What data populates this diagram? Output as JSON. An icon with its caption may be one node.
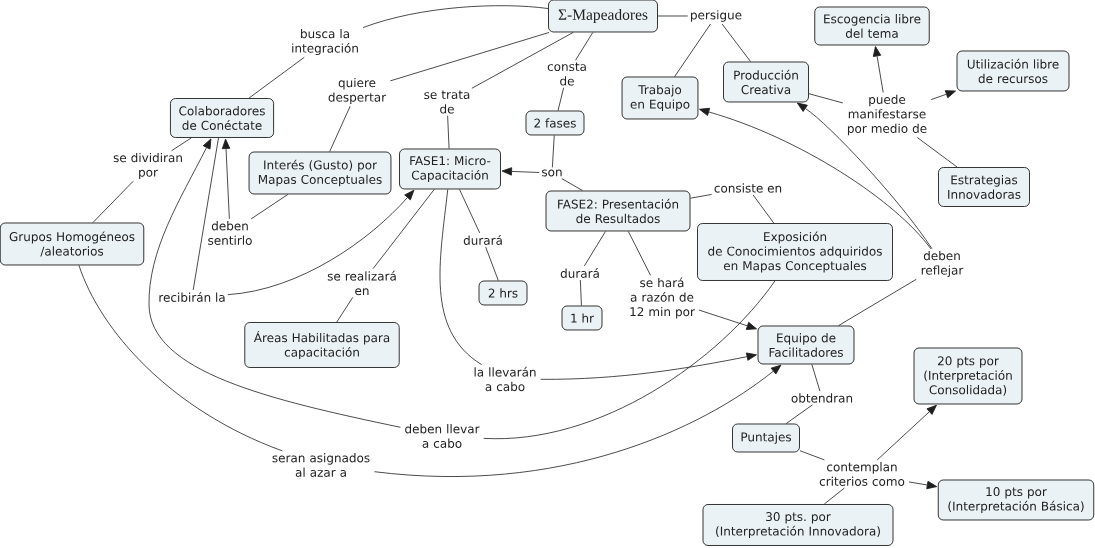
{
  "diagram": {
    "nodes": [
      {
        "text": [
          "Σ-Mapeadores"
        ]
      },
      {
        "text": [
          "persigue"
        ]
      },
      {
        "text": [
          "Escogencia libre del tema"
        ]
      },
      {
        "text": [
          "busca la integración"
        ]
      },
      {
        "text": [
          "Utilización libre de recursos"
        ]
      },
      {
        "text": [
          "Producción Creativa"
        ]
      },
      {
        "text": [
          "quiere despertar"
        ]
      },
      {
        "text": [
          "consta de"
        ]
      },
      {
        "text": [
          "Trabajo en Equipo"
        ]
      },
      {
        "text": [
          "se trata de"
        ]
      },
      {
        "text": [
          "puede manifestarse por medio de"
        ]
      },
      {
        "text": [
          "Colaboradores de Conéctate"
        ]
      },
      {
        "text": [
          "2 fases"
        ]
      },
      {
        "text": [
          "se dividiran por"
        ]
      },
      {
        "text": [
          "FASE1: Micro-Capacitación"
        ]
      },
      {
        "text": [
          "Interés (Gusto) por Mapas Conceptuales"
        ]
      },
      {
        "text": [
          "son"
        ]
      },
      {
        "text": [
          "Estrategias Innovadoras"
        ]
      },
      {
        "text": [
          "consiste en"
        ]
      },
      {
        "text": [
          "FASE2: Presentación de Resultados"
        ]
      },
      {
        "text": [
          "deben sentirlo"
        ]
      },
      {
        "text": [
          "durará"
        ]
      },
      {
        "text": [
          "Grupos Homogéneos /aleatorios"
        ]
      },
      {
        "text": [
          "Exposición de Conocimientos adquiridos en Mapas Conceptuales"
        ]
      },
      {
        "text": [
          "deben reflejar"
        ]
      },
      {
        "text": [
          "se realizará en"
        ]
      },
      {
        "text": [
          "durará"
        ]
      },
      {
        "text": [
          "2 hrs"
        ]
      },
      {
        "text": [
          "recibirán la"
        ]
      },
      {
        "text": [
          "se hará a razón de 12 min por"
        ]
      },
      {
        "text": [
          "1 hr"
        ]
      },
      {
        "text": [
          "Áreas Habilitadas para capacitación"
        ]
      },
      {
        "text": [
          "Equipo de Facilitadores"
        ]
      },
      {
        "text": [
          "20 pts por (Interpretación Consolidada)"
        ]
      },
      {
        "text": [
          "la llevarán a cabo"
        ]
      },
      {
        "text": [
          "obtendran"
        ]
      },
      {
        "text": [
          "deben llevar a cabo"
        ]
      },
      {
        "text": [
          "Puntajes"
        ]
      },
      {
        "text": [
          "seran asignados al azar a"
        ]
      },
      {
        "text": [
          "contemplan criterios como"
        ]
      },
      {
        "text": [
          "10 pts por (Interpretación Básica)"
        ]
      },
      {
        "text": [
          "30 pts. por (Interpretación Innovadora)"
        ]
      }
    ],
    "edges": [
      {
        "from": 0,
        "to": 1,
        "arrow": "none"
      },
      {
        "from": 1,
        "to": 8,
        "arrow": "none"
      },
      {
        "from": 1,
        "to": 5,
        "arrow": "none"
      },
      {
        "from": 0,
        "to": 3,
        "arrow": "none"
      },
      {
        "from": 3,
        "to": 11,
        "arrow": "none"
      },
      {
        "from": 0,
        "to": 6,
        "arrow": "none"
      },
      {
        "from": 6,
        "to": 15,
        "arrow": "none"
      },
      {
        "from": 0,
        "to": 9,
        "arrow": "none"
      },
      {
        "from": 9,
        "to": 14,
        "arrow": "none"
      },
      {
        "from": 0,
        "to": 7,
        "arrow": "none"
      },
      {
        "from": 7,
        "to": 12,
        "arrow": "none"
      },
      {
        "from": 12,
        "to": 16,
        "arrow": "none"
      },
      {
        "from": 16,
        "to": 14,
        "arrow": "to"
      },
      {
        "from": 16,
        "to": 19,
        "arrow": "none"
      },
      {
        "from": 5,
        "to": 10,
        "arrow": "none"
      },
      {
        "from": 10,
        "to": 2,
        "arrow": "to"
      },
      {
        "from": 10,
        "to": 4,
        "arrow": "to"
      },
      {
        "from": 10,
        "to": 17,
        "arrow": "none"
      },
      {
        "from": 11,
        "to": 13,
        "arrow": "none"
      },
      {
        "from": 13,
        "to": 22,
        "arrow": "none"
      },
      {
        "from": 15,
        "to": 20,
        "arrow": "none"
      },
      {
        "from": 20,
        "to": 11,
        "arrow": "to"
      },
      {
        "from": 11,
        "to": 28,
        "arrow": "none"
      },
      {
        "from": 28,
        "to": 14,
        "arrow": "to"
      },
      {
        "from": 14,
        "to": 25,
        "arrow": "none"
      },
      {
        "from": 25,
        "to": 31,
        "arrow": "none"
      },
      {
        "from": 14,
        "to": 21,
        "arrow": "none"
      },
      {
        "from": 21,
        "to": 27,
        "arrow": "none"
      },
      {
        "from": 14,
        "to": 34,
        "arrow": "none"
      },
      {
        "from": 34,
        "to": 32,
        "arrow": "to"
      },
      {
        "from": 19,
        "to": 29,
        "arrow": "none"
      },
      {
        "from": 29,
        "to": 32,
        "arrow": "to"
      },
      {
        "from": 19,
        "to": 26,
        "arrow": "none"
      },
      {
        "from": 26,
        "to": 30,
        "arrow": "none"
      },
      {
        "from": 19,
        "to": 18,
        "arrow": "none"
      },
      {
        "from": 18,
        "to": 23,
        "arrow": "none"
      },
      {
        "from": 32,
        "to": 24,
        "arrow": "none"
      },
      {
        "from": 24,
        "to": 8,
        "arrow": "to"
      },
      {
        "from": 24,
        "to": 5,
        "arrow": "to"
      },
      {
        "from": 23,
        "to": 36,
        "arrow": "none"
      },
      {
        "from": 36,
        "to": 11,
        "arrow": "to"
      },
      {
        "from": 22,
        "to": 38,
        "arrow": "none"
      },
      {
        "from": 38,
        "to": 32,
        "arrow": "to"
      },
      {
        "from": 32,
        "to": 35,
        "arrow": "none"
      },
      {
        "from": 35,
        "to": 37,
        "arrow": "none"
      },
      {
        "from": 37,
        "to": 39,
        "arrow": "none"
      },
      {
        "from": 39,
        "to": 33,
        "arrow": "to"
      },
      {
        "from": 39,
        "to": 40,
        "arrow": "to"
      },
      {
        "from": 39,
        "to": 41,
        "arrow": "none"
      }
    ]
  }
}
